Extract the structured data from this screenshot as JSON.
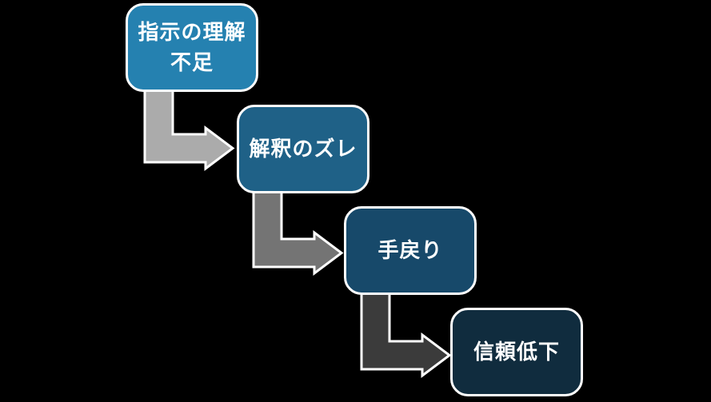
{
  "diagram": {
    "type": "staircase-flow",
    "background_color": "#000000",
    "box_border_color": "#FFFFFF",
    "text_color": "#FFFFFF",
    "steps": [
      {
        "label": "指示の理解\n不足",
        "fill": "#2581B0"
      },
      {
        "label": "解釈のズレ",
        "fill": "#1F6187"
      },
      {
        "label": "手戻り",
        "fill": "#17496A"
      },
      {
        "label": "信頼低下",
        "fill": "#102C3E"
      }
    ],
    "arrows": [
      {
        "name": "arrow-step1-to-step2",
        "fill": "#ABABAB",
        "outline": "#FFFFFF"
      },
      {
        "name": "arrow-step2-to-step3",
        "fill": "#747474",
        "outline": "#FFFFFF"
      },
      {
        "name": "arrow-step3-to-step4",
        "fill": "#3B3B3B",
        "outline": "#FFFFFF"
      }
    ]
  }
}
